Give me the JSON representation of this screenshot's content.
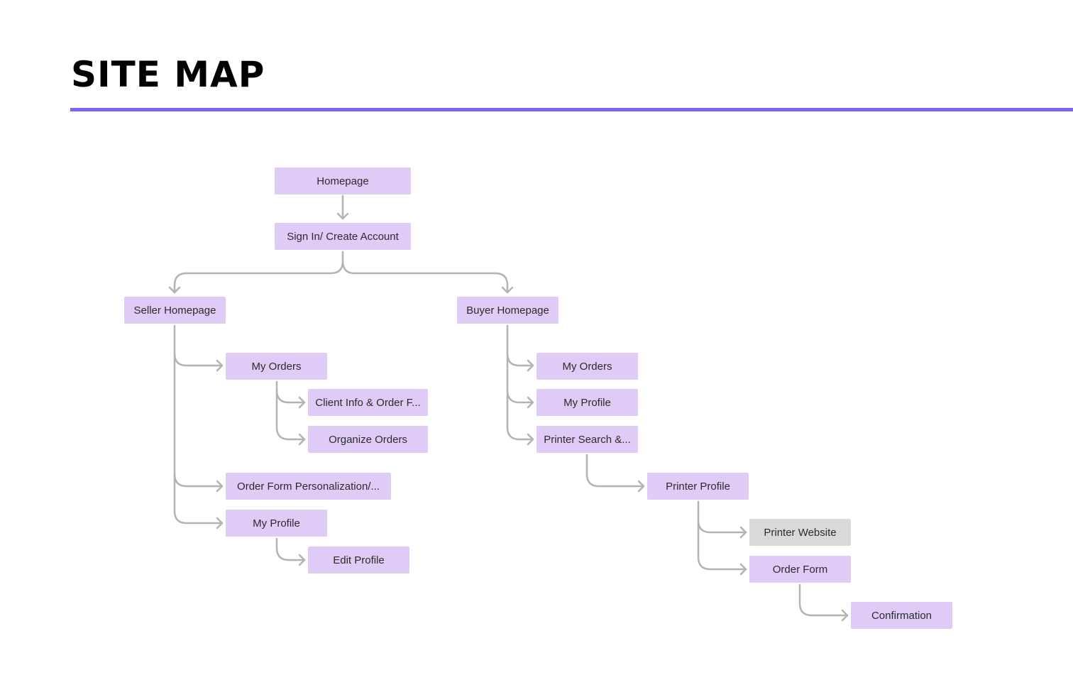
{
  "title": "SITE MAP",
  "colors": {
    "accent_rule": "#7b61ff",
    "page_node": "#e0cbf7",
    "external_node": "#d9d9d9",
    "connector": "#b3b3b3"
  },
  "nodes": {
    "homepage": "Homepage",
    "sign_in": "Sign In/ Create Account",
    "seller_homepage": "Seller Homepage",
    "seller_my_orders": "My Orders",
    "client_info": "Client Info & Order F...",
    "organize_orders": "Organize Orders",
    "order_form_personalization": "Order Form Personalization/...",
    "seller_my_profile": "My Profile",
    "edit_profile": "Edit Profile",
    "buyer_homepage": "Buyer Homepage",
    "buyer_my_orders": "My Orders",
    "buyer_my_profile": "My Profile",
    "printer_search": "Printer Search &...",
    "printer_profile": "Printer Profile",
    "printer_website": "Printer Website",
    "order_form": "Order Form",
    "confirmation": "Confirmation"
  }
}
